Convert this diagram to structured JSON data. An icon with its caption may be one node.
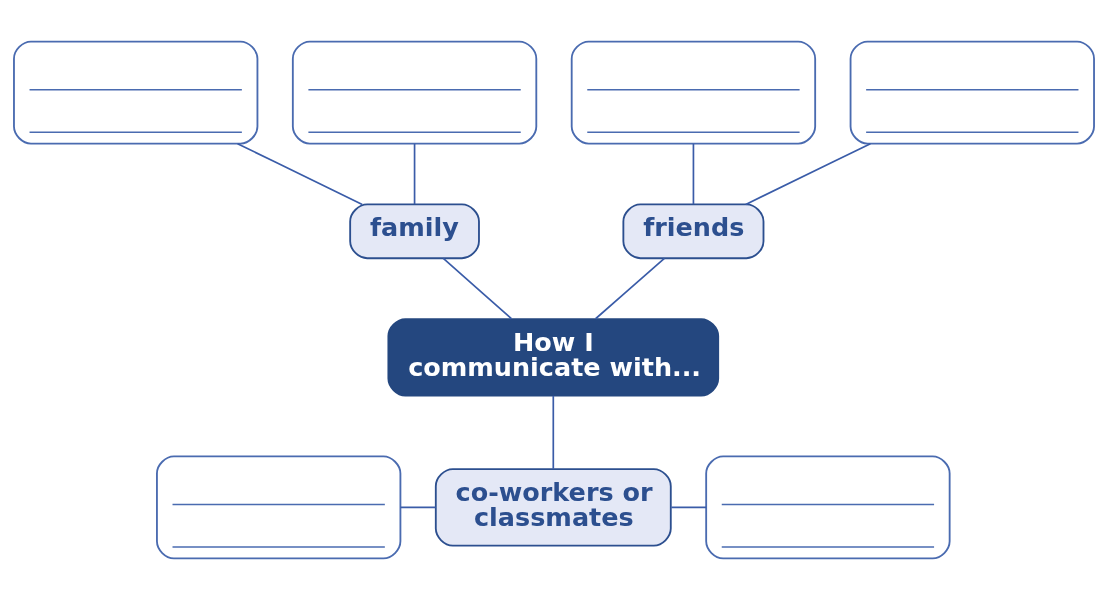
{
  "diagram": {
    "nodes": [
      {
        "text": [],
        "shape": "box"
      },
      {
        "text": [],
        "shape": "box"
      },
      {
        "text": [],
        "shape": "box"
      },
      {
        "text": [],
        "shape": "box"
      },
      {
        "text": [
          "family"
        ]
      },
      {
        "text": [
          "friends"
        ]
      },
      {
        "text": [
          "How I communicate with..."
        ]
      },
      {
        "text": [],
        "shape": "box"
      },
      {
        "text": [
          "co-workers or classmates"
        ]
      },
      {
        "text": [],
        "shape": "box"
      }
    ],
    "edges": [
      {
        "from": 0,
        "to": 4,
        "arrow": "none"
      },
      {
        "from": 1,
        "to": 4,
        "arrow": "none"
      },
      {
        "from": 2,
        "to": 5,
        "arrow": "none"
      },
      {
        "from": 3,
        "to": 5,
        "arrow": "none"
      },
      {
        "from": 4,
        "to": 6,
        "arrow": "none"
      },
      {
        "from": 5,
        "to": 6,
        "arrow": "none"
      },
      {
        "from": 6,
        "to": 8,
        "arrow": "none"
      },
      {
        "from": 7,
        "to": 8,
        "arrow": "none"
      },
      {
        "from": 8,
        "to": 9,
        "arrow": "none"
      }
    ]
  }
}
